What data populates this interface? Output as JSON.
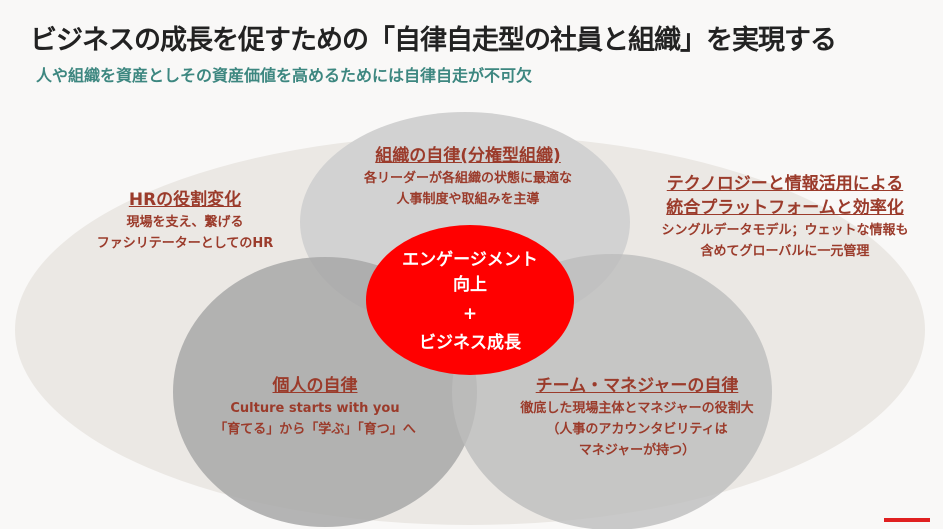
{
  "title": "ビジネスの成長を促すための「自律自走型の社員と組織」を実現する",
  "subtitle": "人や組織を資産としその資産価値を高めるためには自律自走が不可欠",
  "colors": {
    "accent": "#9b3b2b",
    "core": "#ff0000",
    "subtitle": "#3d8780"
  },
  "hr": {
    "heading": "HRの役割変化",
    "lines": [
      "現場を支え、繋げる",
      "ファシリテーターとしてのHR"
    ]
  },
  "org": {
    "heading": "組織の自律(分権型組織)",
    "lines": [
      "各リーダーが各組織の状態に最適な",
      "人事制度や取組みを主導"
    ]
  },
  "tech": {
    "heading_lines": [
      "テクノロジーと情報活用による",
      "統合プラットフォームと効率化"
    ],
    "lines": [
      "シングルデータモデル；ウェットな情報も",
      "含めてグローバルに一元管理"
    ]
  },
  "individual": {
    "heading": "個人の自律",
    "lines": [
      "Culture starts with you",
      "「育てる」から「学ぶ」「育つ」へ"
    ]
  },
  "team": {
    "heading": "チーム・マネジャーの自律",
    "lines": [
      "徹底した現場主体とマネジャーの役割大",
      "（人事のアカウンタビリティは",
      "マネジャーが持つ）"
    ]
  },
  "core": {
    "lines": [
      "エンゲージメント",
      "向上",
      "+",
      "ビジネス成長"
    ]
  }
}
